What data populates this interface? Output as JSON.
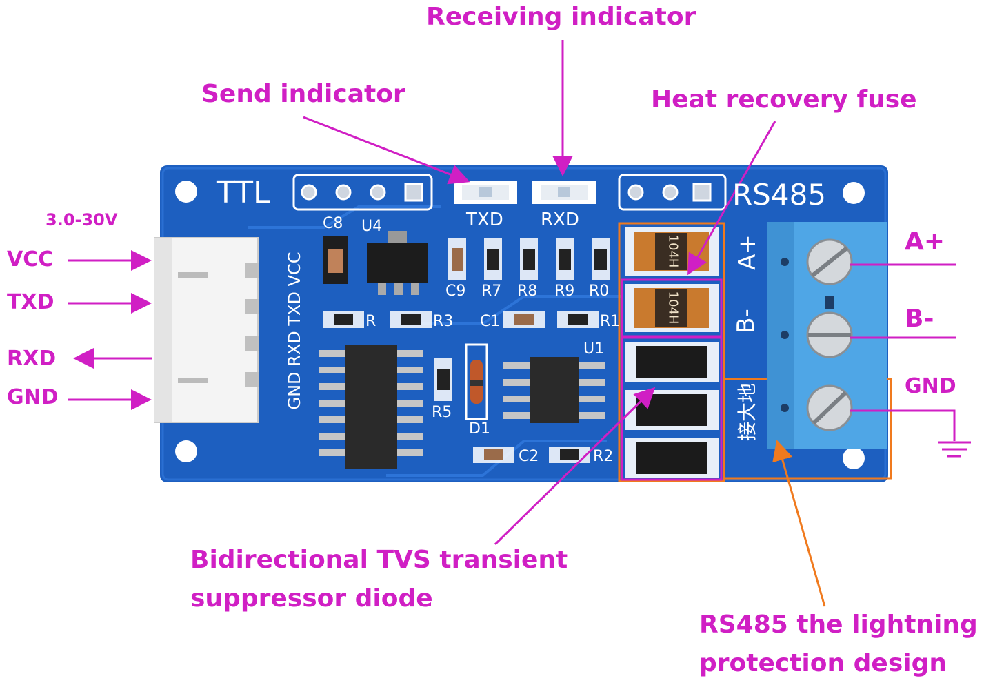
{
  "labels": {
    "receiving_indicator": "Receiving indicator",
    "send_indicator": "Send indicator",
    "heat_recovery_fuse": "Heat recovery fuse",
    "tvs_line1": "Bidirectional TVS transient",
    "tvs_line2": "suppressor diode",
    "lightning_line1": "RS485 the lightning",
    "lightning_line2": "protection design",
    "voltage": "3.0-30V",
    "vcc": "VCC",
    "txd": "TXD",
    "rxd": "RXD",
    "gnd": "GND",
    "a_plus": "A+",
    "b_minus": "B-",
    "gnd_right": "GND"
  },
  "board": {
    "ttl": "TTL",
    "rs485": "RS485",
    "led_txd": "TXD",
    "led_rxd": "RXD",
    "c8": "C8",
    "u4": "U4",
    "c9": "C9",
    "r7": "R7",
    "r8": "R8",
    "r9": "R9",
    "r0": "R0",
    "r3": "R3",
    "c1": "C1",
    "r1": "R1",
    "r4": "R",
    "r5": "R5",
    "d1": "D1",
    "u1": "U1",
    "c2": "C2",
    "r2": "R2",
    "conn_pins": "GND RXD TXD VCC",
    "terminal_a": "A+",
    "terminal_b": "B-",
    "ground_cn": "接大地",
    "fuse_code": "104H"
  },
  "colors": {
    "callout": "#d01fc4",
    "arrow_orange": "#f07a1e",
    "pcb": "#1d5fc0",
    "terminal": "#4fa6e6"
  }
}
